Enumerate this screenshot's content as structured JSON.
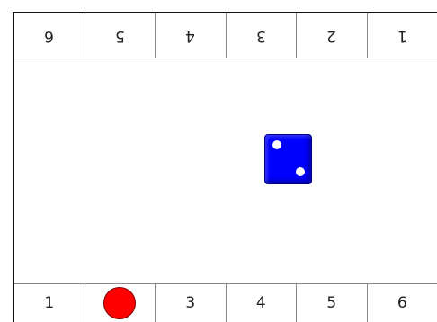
{
  "top_row": [
    "6",
    "5",
    "4",
    "3",
    "2",
    "1"
  ],
  "bottom_row": {
    "cell1": "1",
    "cell3": "3",
    "cell4": "4",
    "cell5": "5",
    "cell6": "6"
  },
  "token": {
    "position": 2,
    "color": "#ff0000"
  },
  "die": {
    "value": 2,
    "color": "#0000ff"
  }
}
